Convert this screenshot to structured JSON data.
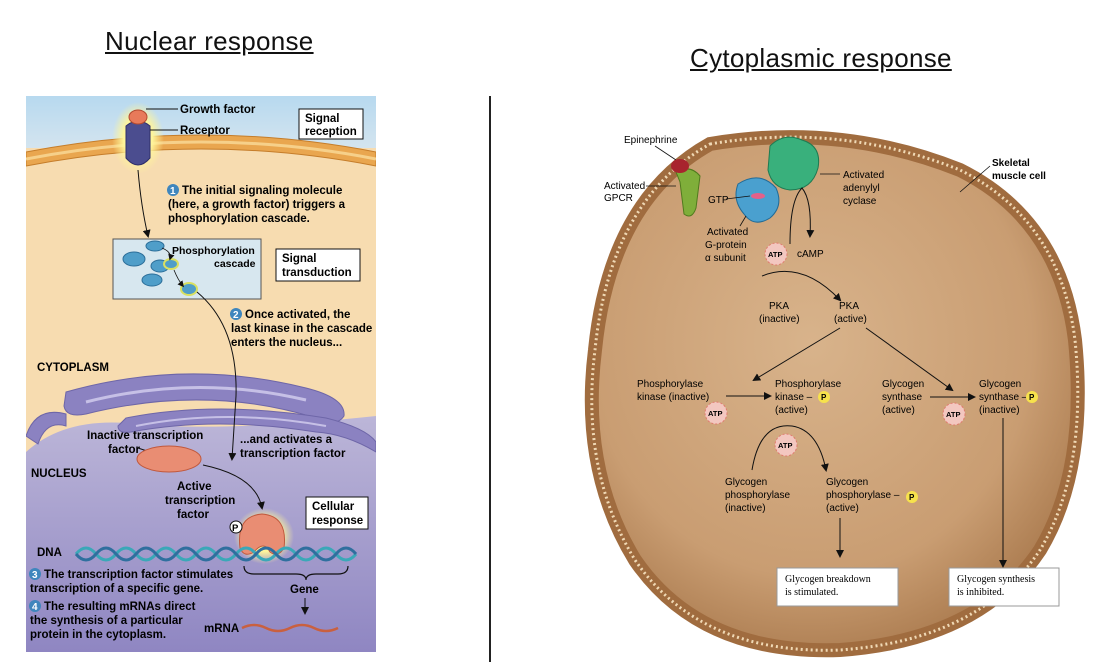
{
  "nuclear": {
    "heading": "Nuclear response",
    "growth_factor": "Growth factor",
    "receptor": "Receptor",
    "signal_reception": [
      "Signal",
      "reception"
    ],
    "step1_num": "1",
    "step1": [
      "The initial signaling molecule",
      "(here, a growth factor) triggers a",
      "phosphorylation cascade."
    ],
    "phospho_cascade": [
      "Phosphorylation",
      "cascade"
    ],
    "signal_transduction": [
      "Signal",
      "transduction"
    ],
    "step2_num": "2",
    "step2": [
      "Once activated, the",
      "last kinase in the cascade",
      "enters the nucleus..."
    ],
    "cytoplasm": "CYTOPLASM",
    "inactive_tf": [
      "Inactive transcription",
      "factor"
    ],
    "activates_tf": [
      "...and activates a",
      "transcription factor"
    ],
    "nucleus": "NUCLEUS",
    "active_tf": [
      "Active",
      "transcription",
      "factor"
    ],
    "p": "P",
    "cellular_response": [
      "Cellular",
      "response"
    ],
    "dna": "DNA",
    "step3_num": "3",
    "step3": [
      "The transcription factor stimulates",
      "transcription of a specific gene."
    ],
    "gene": "Gene",
    "step4_num": "4",
    "step4": [
      "The resulting mRNAs direct",
      "the synthesis of a particular",
      "protein in the cytoplasm."
    ],
    "mrna": "mRNA"
  },
  "cyto": {
    "heading": "Cytoplasmic response",
    "epinephrine": "Epinephrine",
    "activated_gpcr": [
      "Activated",
      "GPCR"
    ],
    "gtp": "GTP",
    "activated_adenylyl_cyclase": [
      "Activated",
      "adenylyl",
      "cyclase"
    ],
    "skeletal_muscle_cell": [
      "Skeletal",
      "muscle cell"
    ],
    "g_protein": [
      "Activated",
      "G-protein",
      "α subunit"
    ],
    "atp": "ATP",
    "camp": "cAMP",
    "pka_inactive": [
      "PKA",
      "(inactive)"
    ],
    "pka_active": [
      "PKA",
      "(active)"
    ],
    "phk_inactive": [
      "Phosphorylase",
      "kinase (inactive)"
    ],
    "phk_active": [
      "Phosphorylase",
      "kinase –",
      "(active)"
    ],
    "gs_active": [
      "Glycogen",
      "synthase",
      "(active)"
    ],
    "gs_inactive": [
      "Glycogen",
      "synthase –",
      "(inactive)"
    ],
    "gp_inactive": [
      "Glycogen",
      "phosphorylase",
      "(inactive)"
    ],
    "gp_active": [
      "Glycogen",
      "phosphorylase –",
      "(active)"
    ],
    "p": "P",
    "breakdown": [
      "Glycogen breakdown",
      "is stimulated."
    ],
    "synthesis": [
      "Glycogen synthesis",
      "is inhibited."
    ]
  }
}
